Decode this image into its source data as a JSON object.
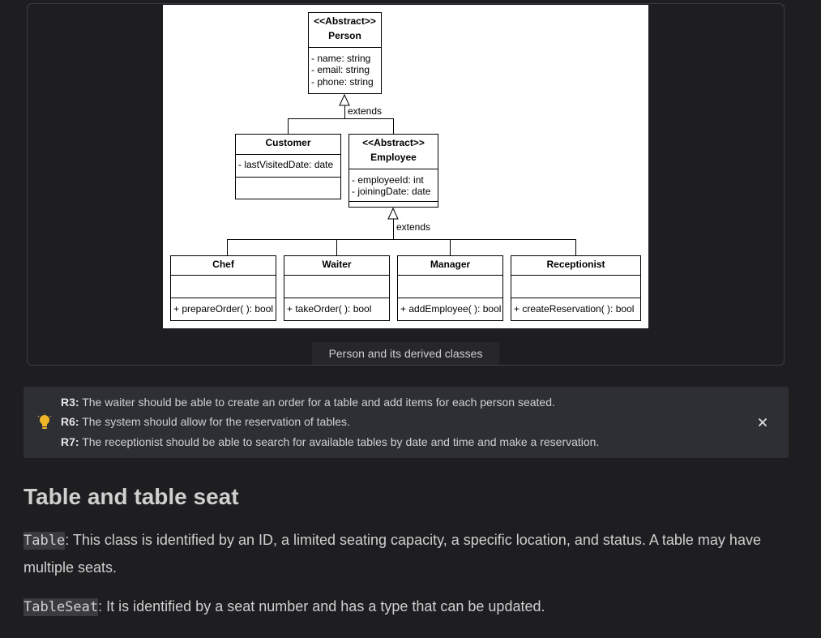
{
  "figure": {
    "caption": "Person and its derived classes",
    "uml": {
      "person": {
        "stereotype": "<<Abstract>>",
        "name": "Person",
        "attributes": [
          "- name: string",
          "- email: string",
          "- phone: string"
        ]
      },
      "customer": {
        "name": "Customer",
        "attributes": [
          "- lastVisitedDate: date"
        ]
      },
      "employee": {
        "stereotype": "<<Abstract>>",
        "name": "Employee",
        "attributes": [
          "- employeeId: int",
          "- joiningDate: date"
        ]
      },
      "chef": {
        "name": "Chef",
        "method": "+ prepareOrder( ): bool"
      },
      "waiter": {
        "name": "Waiter",
        "method": "+ takeOrder( ): bool"
      },
      "manager": {
        "name": "Manager",
        "method": "+ addEmployee( ): bool"
      },
      "receptionist": {
        "name": "Receptionist",
        "method": "+ createReservation( ): bool"
      },
      "extends_label": "extends"
    }
  },
  "callout": {
    "requirements": [
      {
        "id": "R3:",
        "text": " The waiter should be able to create an order for a table and add items for each person seated."
      },
      {
        "id": "R6:",
        "text": " The system should allow for the reservation of tables."
      },
      {
        "id": "R7:",
        "text": " The receptionist should be able to search for available tables by date and time and make a reservation."
      }
    ],
    "icon": "lightbulb-icon",
    "close_icon": "close-icon"
  },
  "section": {
    "heading": "Table and table seat",
    "paragraphs": [
      {
        "code": "Table",
        "text": ": This class is identified by an ID, a limited seating capacity, a specific location, and status. A table may have multiple seats."
      },
      {
        "code": "TableSeat",
        "text": ": It is identified by a seat number and has a type that can be updated."
      }
    ]
  },
  "colors": {
    "background": "#1e1e21",
    "callout_bg": "#2d2f34",
    "bulb": "#f0b429"
  }
}
